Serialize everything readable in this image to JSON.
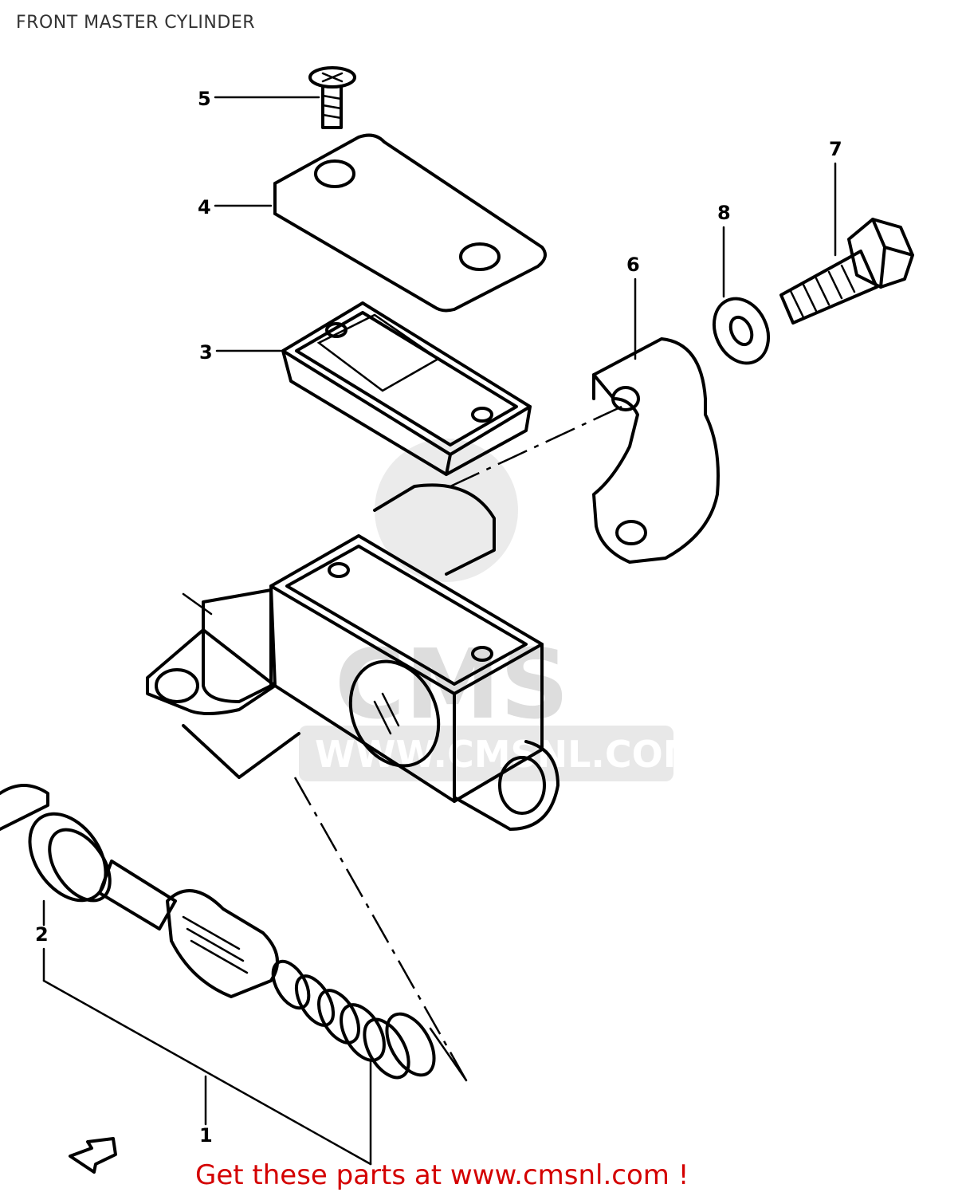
{
  "title": "FRONT MASTER CYLINDER",
  "cta": "Get these parts at www.cmsnl.com !",
  "watermark": {
    "big": "CMS",
    "small": "WWW.CMSNL.COM"
  },
  "part_labels": [
    "1",
    "2",
    "3",
    "4",
    "5",
    "6",
    "7",
    "8"
  ],
  "colors": {
    "cta": "#d40000",
    "title": "#333333",
    "watermark": "#d8d8d8"
  }
}
